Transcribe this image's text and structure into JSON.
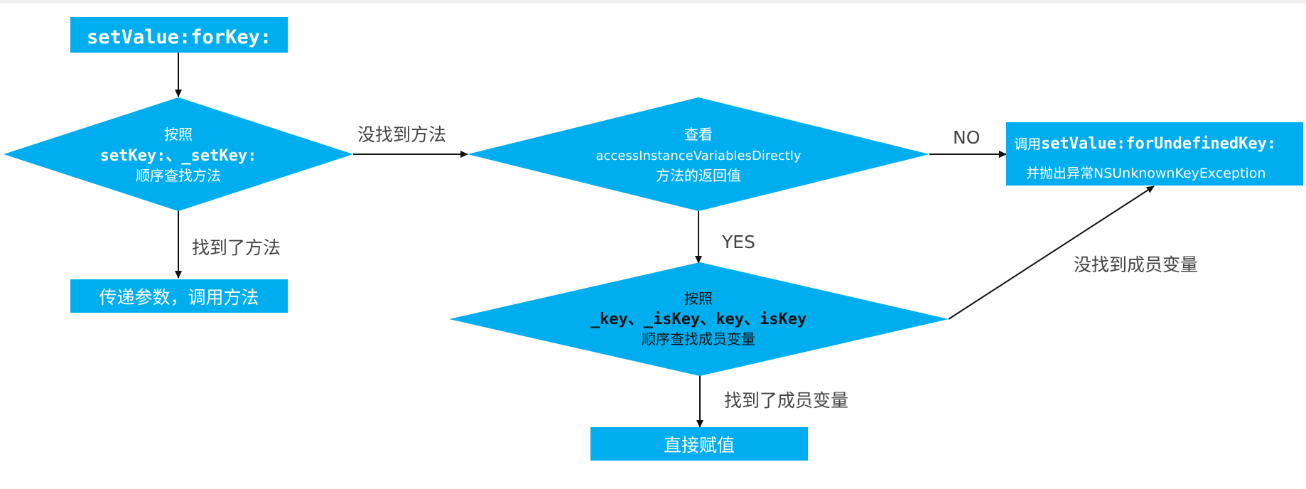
{
  "colors": {
    "shape_fill": "#00aeef",
    "shape_text": "#ffffff",
    "arrow": "#111111",
    "edge_label": "#444444"
  },
  "nodes": {
    "start": {
      "label": "setValue:forKey:"
    },
    "method_search": {
      "line1": "按照",
      "line2": "setKey:、_setKey:",
      "line3": "顺序查找方法"
    },
    "call_method": {
      "label": "传递参数，调用方法"
    },
    "access_check": {
      "line1": "查看",
      "line2": "accessInstanceVariablesDirectly",
      "line3": "方法的返回值"
    },
    "ivar_search": {
      "line1": "按照",
      "line2": "_key、_isKey、key、isKey",
      "line3": "顺序查找成员变量"
    },
    "assign": {
      "label": "直接赋值"
    },
    "undefined_key": {
      "line1_prefix": "调用",
      "line1_code": "setValue:forUndefinedKey:",
      "line2": "并抛出异常NSUnknownKeyException"
    }
  },
  "edges": {
    "method_found": "找到了方法",
    "method_not_found": "没找到方法",
    "access_no": "NO",
    "access_yes": "YES",
    "ivar_found": "找到了成员变量",
    "ivar_not_found": "没找到成员变量"
  }
}
